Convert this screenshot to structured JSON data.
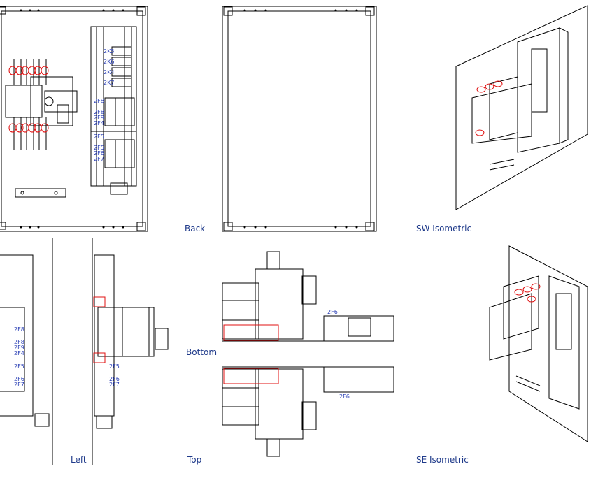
{
  "views": {
    "back": "Back",
    "sw_isometric": "SW Isometric",
    "bottom": "Bottom",
    "left": "Left",
    "top": "Top",
    "se_isometric": "SE Isometric"
  },
  "colors": {
    "line": "#000000",
    "label": "#1f3a8a",
    "tag": "#2a3fb5",
    "highlight": "#e01010"
  },
  "front_tags": {
    "k5": "2K5",
    "k6": "2K6",
    "k4": "2K4",
    "k7": "2K7",
    "f8a": "2F8",
    "f8b": "2F8",
    "f9": "2F9",
    "f4": "2F4",
    "f5a": "2F5",
    "f5b": "2F5",
    "f6": "2F6",
    "f7": "2F7"
  },
  "left_tags": {
    "f8a": "2F8",
    "f8b": "2F8",
    "f9": "2F9",
    "f4": "2F4",
    "f5": "2F5",
    "f6": "2F6",
    "f7": "2F7"
  },
  "left2_tags": {
    "f5": "2F5",
    "f6": "2F6",
    "f7": "2F7"
  },
  "bottom_tags": {
    "top": "2F6",
    "bottom": "2F6"
  }
}
